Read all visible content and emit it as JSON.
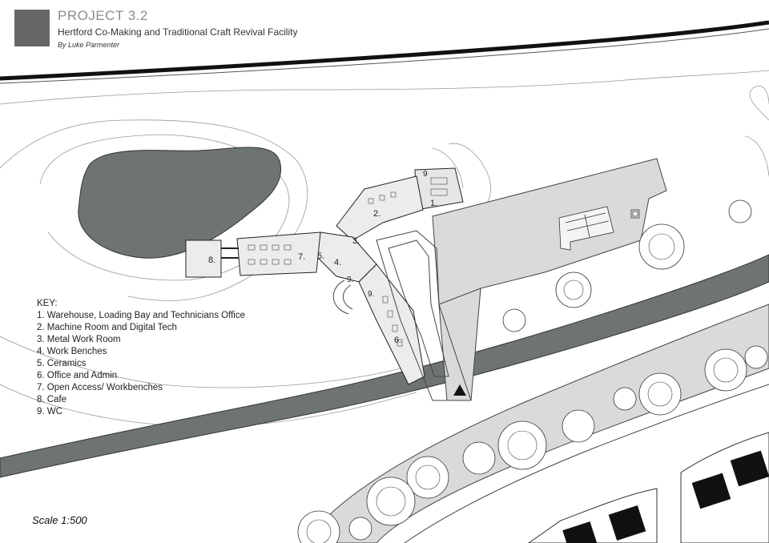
{
  "header": {
    "title": "PROJECT 3.2",
    "subtitle": "Hertford Co-Making and Traditional Craft Revival Facility",
    "author": "By Luke Parmenter"
  },
  "key": {
    "heading": "KEY:",
    "items": [
      "1. Warehouse, Loading Bay and Technicians Office",
      "2. Machine Room and Digital Tech",
      "3. Metal Work Room",
      "4. Work Benches",
      "5. Ceramics",
      "6. Office and Admin",
      "7. Open Access/ Workbenches",
      "8. Cafe",
      "9. WC"
    ]
  },
  "plan_labels": {
    "r1": "1.",
    "r2": "2.",
    "r3": "3.",
    "r4": "4.",
    "r5": "5.",
    "r6": "6.",
    "r7": "7.",
    "r8": "8.",
    "r9a": "9",
    "r9b": "9.",
    "r9c": "9."
  },
  "scale": "Scale 1:500",
  "colors": {
    "water": "#6e7473",
    "road": "#dadada",
    "building_fill": "#e6e6e6",
    "swatch": "#696766",
    "line": "#333333"
  }
}
